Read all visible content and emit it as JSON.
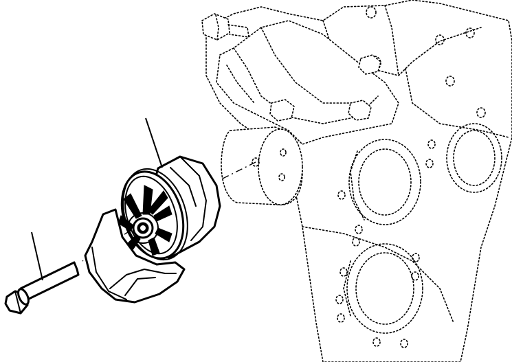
{
  "figure": {
    "background_color": "#ffffff",
    "line_color": "#000000",
    "parts": [
      {
        "name": "water-pump"
      },
      {
        "name": "mounting-bolt"
      },
      {
        "name": "pump-pulley"
      },
      {
        "name": "engine-front-plate"
      },
      {
        "name": "mounting-bracket"
      }
    ]
  }
}
